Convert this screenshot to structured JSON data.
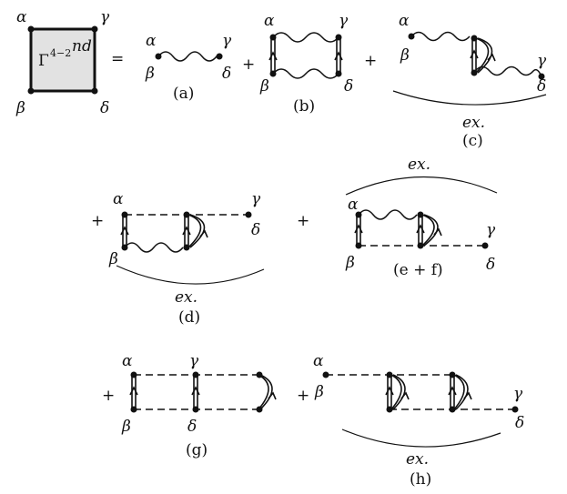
{
  "vertex_box": {
    "label_main": "Γ",
    "label_sup": "4−2",
    "label_sup_tail": "nd",
    "fill": "#e2e2e2"
  },
  "symbols": {
    "equals": "=",
    "plus": "+",
    "alpha": "α",
    "beta": "β",
    "gamma": "γ",
    "delta": "δ",
    "exchange": "ex."
  },
  "diagram_labels": {
    "a": "(a)",
    "b": "(b)",
    "c": "(c)",
    "d": "(d)",
    "ef": "(e + f)",
    "g": "(g)",
    "h": "(h)"
  }
}
